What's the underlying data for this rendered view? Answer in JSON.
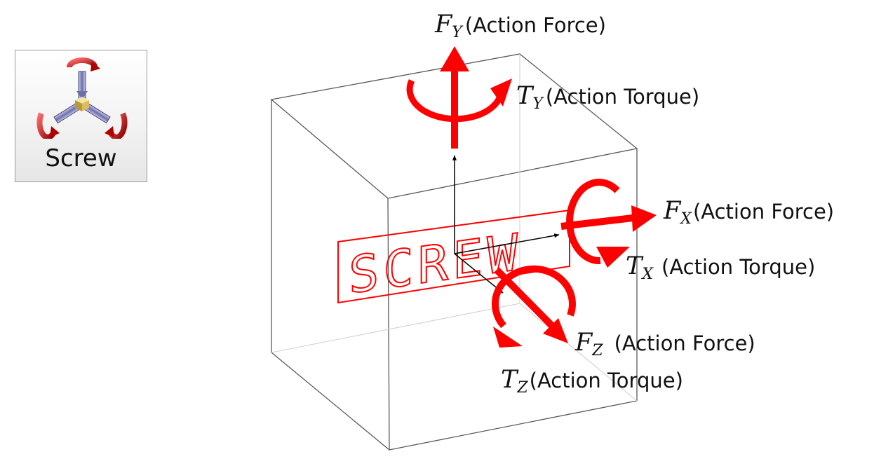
{
  "toolbar": {
    "screw_button": {
      "label": "Screw",
      "icon": "screw-icon"
    }
  },
  "diagram": {
    "stamp_text": "SCREW",
    "colors": {
      "accent": "#ff0000",
      "edges": "#555555",
      "axes": "#000000"
    },
    "labels": {
      "fy": {
        "symbol": "F",
        "subscript": "Y",
        "text": "(Action Force)"
      },
      "ty": {
        "symbol": "T",
        "subscript": "Y",
        "text": "(Action Torque)"
      },
      "fx": {
        "symbol": "F",
        "subscript": "X",
        "text": "(Action Force)"
      },
      "tx": {
        "symbol": "T",
        "subscript": "X",
        "text": "(Action Torque)"
      },
      "fz": {
        "symbol": "F",
        "subscript": "Z",
        "text": "(Action Force)"
      },
      "tz": {
        "symbol": "T",
        "subscript": "Z",
        "text": "(Action Torque)"
      }
    }
  }
}
